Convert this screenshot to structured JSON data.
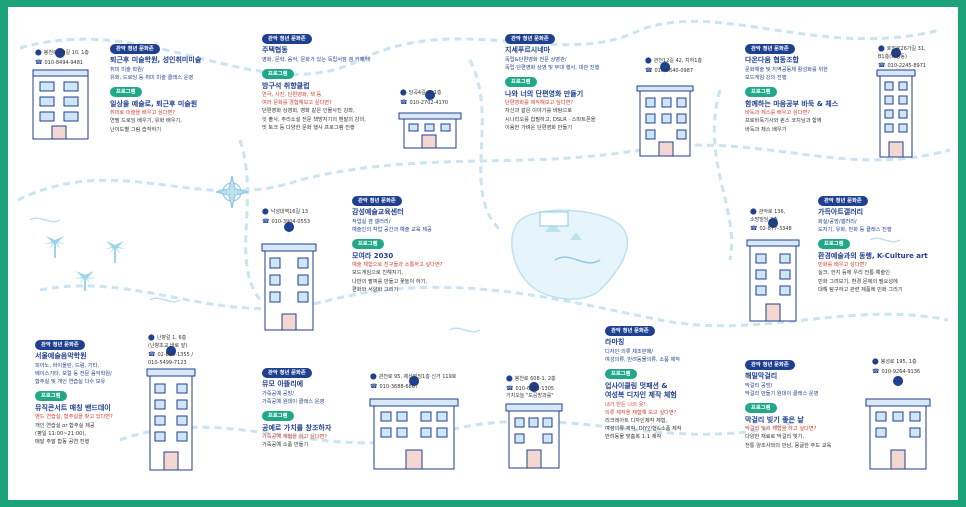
{
  "colors": {
    "border": "#1da37a",
    "venue_tag": "#1f3f8f",
    "program_tag": "#21a889",
    "title": "#1f3f8f",
    "tagline": "#d23f2e",
    "route": "#c9e4f2"
  },
  "common": {
    "venue_tag": "관악 청년 문화존",
    "program_tag": "프로그램"
  },
  "venues": [
    {
      "address": "봉천로 49길 10, 1층",
      "phone": "010-8494-9481",
      "name": "퇴근후 미술학원, 성인취미미술",
      "desc_1": "취미 미술 학원/",
      "desc_2": "유화, 드로잉 등 취미 미술 클래스 운영",
      "program_title": "일상을 예술로, 퇴근후 미술원",
      "program_tagline": "취미로 미술을 배우고 싶다면?",
      "program_line_1": "연필 드로잉 배우기, 유화 배우기,",
      "program_line_2": "난이도별 그림 습작하기"
    },
    {
      "address": "당곡4길 4, 1층",
      "phone": "010-2702-4170",
      "name": "주택협동",
      "desc_1": "영화, 문학, 음악, 문화가 있는 독립서점 겸 카페/바",
      "program_title": "방구석 취향클럽",
      "program_tagline_1": "연극, 사진, 단편영화, 책 등",
      "program_tagline_2": "여러 문화를 경험해보고 싶다면?",
      "program_line_1": "단편영화 상영회, 영화 같은 인물사진 강좌,",
      "program_line_2": "잇 출사, 주리소설 전문 책방지기의 맨발의 강의,",
      "program_line_3": "밋 토크 등 다양한 문화 행사 프로그램 진행"
    },
    {
      "address": "관천12길 42, 지하1층",
      "phone": "010-9640-0987",
      "name": "지세푸르시네마",
      "desc_1": "독립&단편영화 전문 상영관/",
      "desc_2": "독립·단편영화 상영 및 부대 행사, 대관 진행",
      "program_title": "나와 너의 단편영화 만들기",
      "program_tagline": "단편영화를 제작해보고 싶다면?",
      "program_line_1": "자신과 같은 이야기를 바탕으로",
      "program_line_2": "시나리오를 집필하고, DSLR · 스마트폰을",
      "program_line_3": "이용한 가벼운 단편영화 만들기"
    },
    {
      "address_1": "호암로26가길 31,",
      "address_2": "B1층(화정동)",
      "phone": "010-2245-8971",
      "name": "다온다움 협동조합",
      "desc_1": "문화예술 및 지역공동체 활성화를 위한",
      "desc_2": "보드게임 강의 진행",
      "program_title": "함께하는 마음공부 바둑 & 체스",
      "program_tagline": "바둑과 체스를 배우고 싶다면?",
      "program_line_1": "프로바둑기사와 퀸스 코치님과 함께",
      "program_line_2": "바둑과 체스 배우기"
    },
    {
      "address": "낙성대역16길 13",
      "phone": "010-3904-0553",
      "name": "감성예술교육센터",
      "desc_1": "작업실 겸 갤러리/",
      "desc_2": "예술인의 작업 공간과 예술 교육 제공",
      "program_title": "모여라 2030",
      "program_tagline": "예술 체험으로 친구들과 소통하고 싶다면?",
      "program_line_1": "보드게임으로 친해지기,",
      "program_line_2": "나만의 팔찌를 만들고 꽃놀이 하기,",
      "program_line_3": "편화와 서양화 그리기"
    },
    {
      "address_1": "관악로 136,",
      "address_2": "소망빌딩 2층",
      "phone": "02-877-3348",
      "name": "가득아트갤러리",
      "desc_1": "화실/공방/갤러리/",
      "desc_2": "도자기, 유화, 민화 등 클래스 진행",
      "program_title": "환경예술과의 동행, K-Culture art",
      "program_tagline": "민화를 배우고 싶다면?",
      "program_line_1": "실크, 한지 등에 우리 전통 예술인",
      "program_line_2": "민화 그려보기, 환경 문제의 필요성에",
      "program_line_3": "대해 탐구하고 관련 제품에 민화 그리기"
    },
    {
      "address_1": "난향길 1, 6층",
      "address_2": "(난향초교 바로 앞)",
      "phone_1": "02-866-1355 /",
      "phone_2": "010-5499-7123",
      "name": "서울예술음악학원",
      "desc_1": "피아노, 바이올린, 드럼, 기타,",
      "desc_2": "베이스기타, 보컬 등 전문 음악학원/",
      "desc_3": "합주실 및 개인 연습실 다수 보유",
      "program_title": "뮤직콘서트 매칭 밴드데이",
      "program_tagline": "밴드 연습실, 합주실을 찾고 있다면?",
      "program_line_1": "개인 연습실 or 합주실 제공",
      "program_line_2": "(평일 11:00~21:00),",
      "program_line_3": "매달 주말 합동 공연 진행"
    },
    {
      "address": "관천로 95, 제산빌딩1층 신거 119호",
      "phone": "010-3688-6867",
      "name": "뮤모 아뜰리에",
      "desc_1": "가죽공예 공방/",
      "desc_2": "가죽공예 원데이 클래스 운영",
      "program_title": "공예로 가치를 창조하자",
      "program_tagline": "가죽공예 체험을 하고 싶다면?",
      "program_line_1": "가죽공예 소품 만들기"
    },
    {
      "address": "봉천로 608-1, 2층",
      "phone": "010-6381-1305",
      "note": "가치오늘 \"도공방과를\"",
      "name": "라마칭",
      "desc_1": "디자인 의류 제조판매/",
      "desc_2": "여성의류, 반려동물의류, 소품 제작",
      "program_title_1": "업사이클링 멋패션 &",
      "program_title_2": "여성복 디자인 제작 체험",
      "program_tagline_1": "내가 만든 나의 옷!",
      "program_tagline_2": "의류 제작을 체험해 보고 싶다면?",
      "program_line_1": "리크레아트 디자인제작 체험,",
      "program_line_2": "여성의류 제작, DIY인형&소품 제작",
      "program_line_3": "반려동물 맞춤복 1:1 제작"
    },
    {
      "address": "봉성로 195, 1층",
      "phone": "010-9264-9136",
      "name": "해밀막걸리",
      "desc_1": "막걸리 공방/",
      "desc_2": "막걸리 만들기 원데이 클래스 운영",
      "program_title": "막걸리 빚기 좋은 날",
      "program_tagline": "막걸리 빚기 체험을 하고 싶다면?",
      "program_line_1": "다양한 재료로 막걸리 빚기,",
      "program_line_2": "전통 양조사와의 만남, 몽글한 주도 교육"
    }
  ]
}
